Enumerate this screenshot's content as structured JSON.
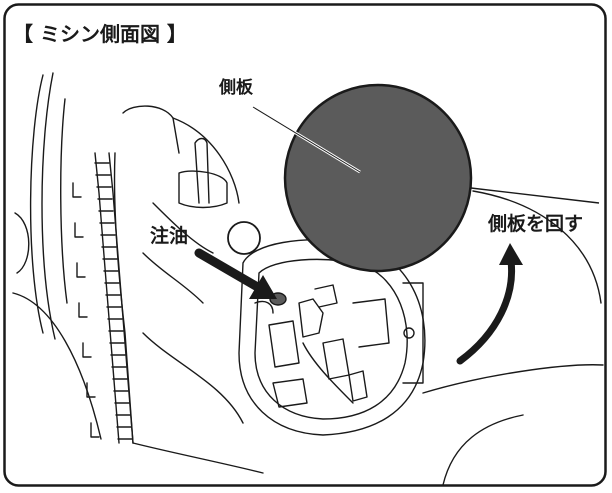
{
  "title": "【 ミシン側面図 】",
  "labels": {
    "side_plate": "側板",
    "oiling": "注油",
    "rotate_side_plate": "側板を回す"
  },
  "colors": {
    "line": "#1a1a1a",
    "plate_fill": "#5b5b5b",
    "background": "#ffffff",
    "frame_border": "#1a1a1a"
  }
}
